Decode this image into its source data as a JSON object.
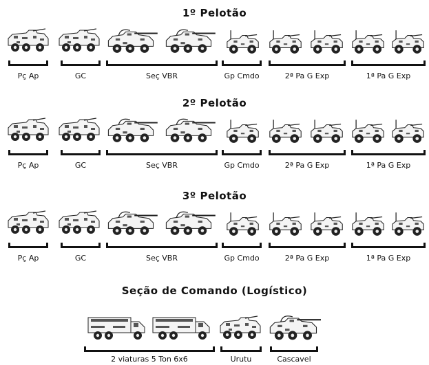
{
  "platoons": [
    {
      "title": "1º Pelotão",
      "groups": [
        "Pç Ap",
        "GC",
        "Seç VBR",
        "Gp Cmdo",
        "2ª Pa G Exp",
        "1ª Pa G Exp"
      ]
    },
    {
      "title": "2º Pelotão",
      "groups": [
        "Pç Ap",
        "GC",
        "Seç VBR",
        "Gp Cmdo",
        "2ª Pa G Exp",
        "1ª Pa G Exp"
      ]
    },
    {
      "title": "3º Pelotão",
      "groups": [
        "Pç Ap",
        "GC",
        "Seç VBR",
        "Gp Cmdo",
        "2ª Pa G Exp",
        "1ª Pa G Exp"
      ]
    }
  ],
  "command": {
    "title": "Seção de Comando (Logístico)",
    "groups": [
      "2 viaturas 5 Ton 6x6",
      "Urutu",
      "Cascavel"
    ]
  }
}
